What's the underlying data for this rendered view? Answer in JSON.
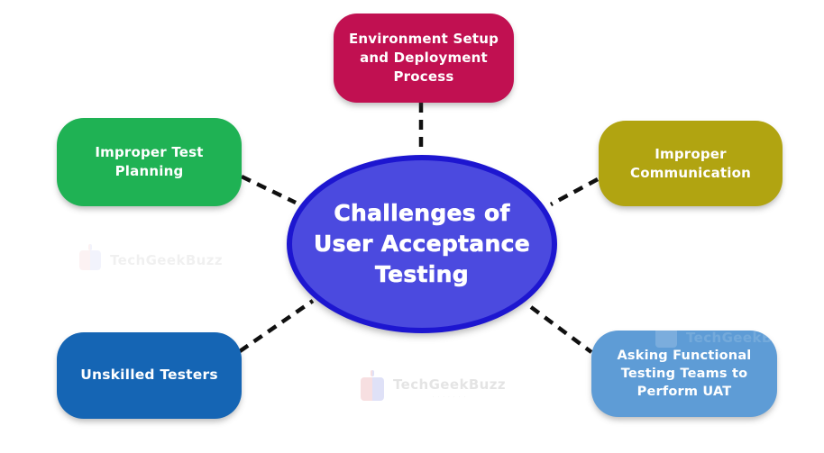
{
  "diagram": {
    "center": {
      "label": "Challenges of User Acceptance Testing",
      "fill": "#4B4ADF",
      "border_color": "#1D16D0"
    },
    "nodes": [
      {
        "id": "environment-setup",
        "label": "Environment Setup and Deployment Process",
        "color": "#C11051"
      },
      {
        "id": "improper-test-planning",
        "label": "Improper Test Planning",
        "color": "#1FB254"
      },
      {
        "id": "improper-communication",
        "label": "Improper Communication",
        "color": "#B1A411"
      },
      {
        "id": "unskilled-testers",
        "label": "Unskilled Testers",
        "color": "#1565B4"
      },
      {
        "id": "asking-functional",
        "label": "Asking Functional Testing Teams to Perform UAT",
        "color": "#5E9CD6"
      }
    ],
    "connector_color": "#101010",
    "watermark": {
      "text": "TechGeekBuzz",
      "tagline": "· · · · · · ·"
    }
  }
}
